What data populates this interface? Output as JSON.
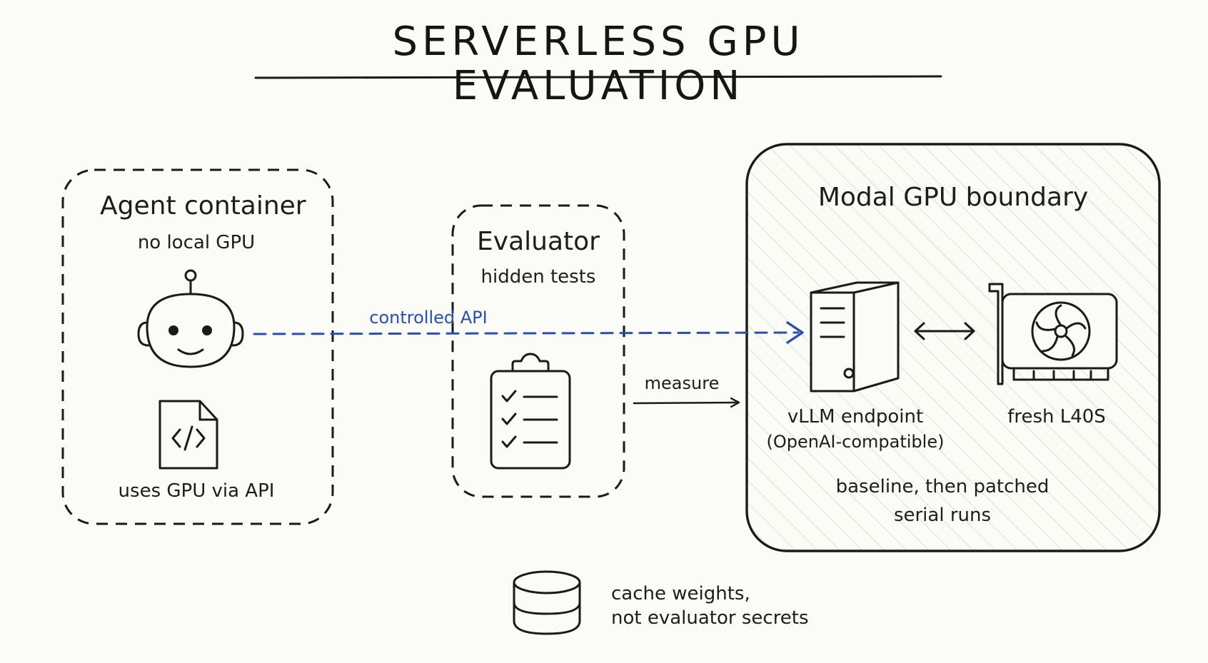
{
  "title": "SERVERLESS GPU EVALUATION",
  "agent": {
    "title": "Agent container",
    "subtitle": "no local GPU",
    "note": "uses GPU via API",
    "robot_icon": "robot-icon",
    "code_icon": "code-file-icon"
  },
  "evaluator": {
    "title": "Evaluator",
    "subtitle": "hidden tests",
    "icon": "clipboard-checklist-icon"
  },
  "modal": {
    "title": "Modal GPU boundary",
    "server_label_1": "vLLM endpoint",
    "server_label_2": "(OpenAI-compatible)",
    "gpu_label": "fresh L40S",
    "runs_line_1": "baseline, then patched",
    "runs_line_2": "serial runs",
    "server_icon": "server-tower-icon",
    "gpu_icon": "gpu-card-icon"
  },
  "edges": {
    "api_label": "controlled API",
    "measure_label": "measure"
  },
  "cache": {
    "line_1": "cache weights,",
    "line_2": "not evaluator secrets",
    "icon": "database-icon"
  },
  "colors": {
    "ink": "#1a1a1a",
    "api_blue": "#2a4fb0",
    "hatch_green": "#cfe3c0"
  }
}
